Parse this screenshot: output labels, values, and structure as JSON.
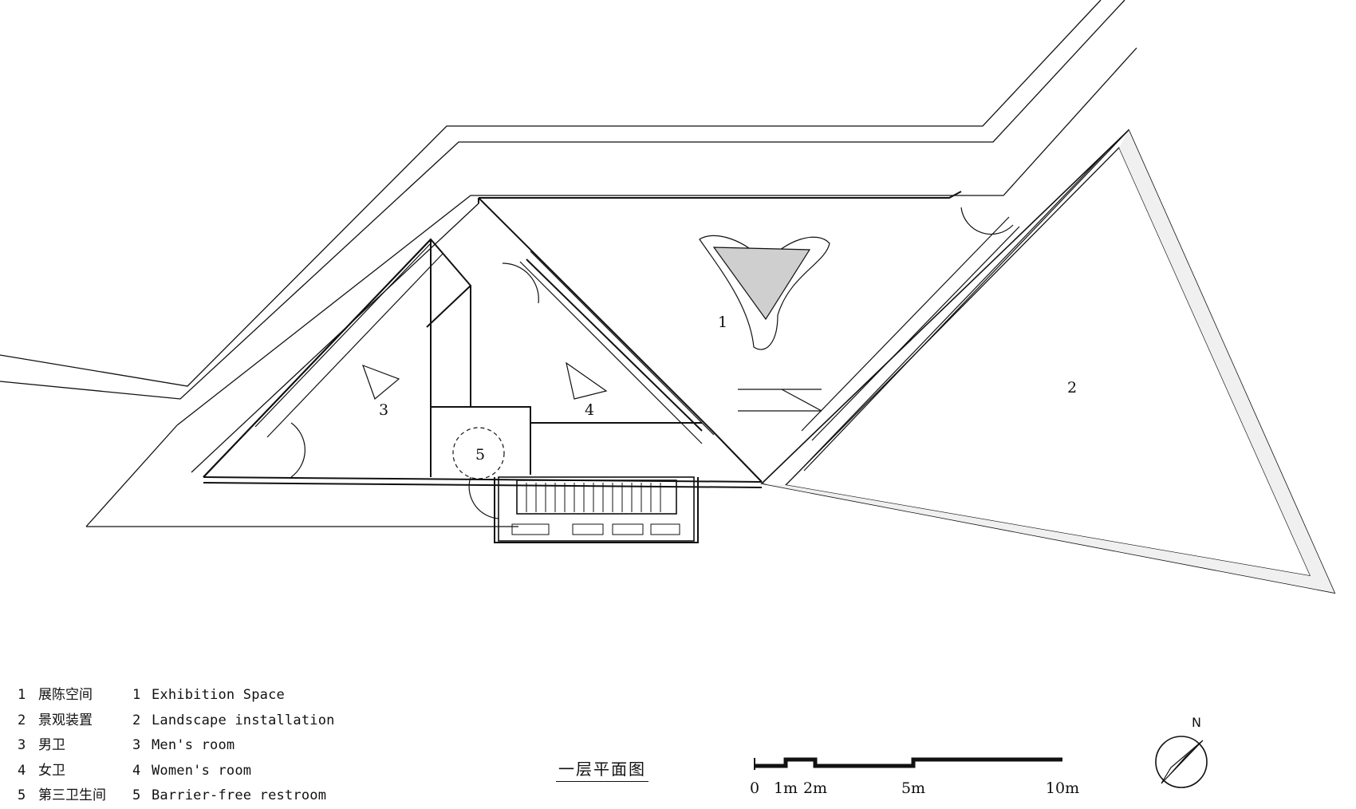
{
  "legend": [
    {
      "num": "1",
      "cn": "展陈空间",
      "en": "Exhibition Space"
    },
    {
      "num": "2",
      "cn": "景观装置",
      "en": "Landscape installation"
    },
    {
      "num": "3",
      "cn": "男卫",
      "en": "Men's room"
    },
    {
      "num": "4",
      "cn": "女卫",
      "en": "Women's room"
    },
    {
      "num": "5",
      "cn": "第三卫生间",
      "en": "Barrier-free restroom"
    }
  ],
  "plan_labels": [
    "1",
    "2",
    "3",
    "4",
    "5"
  ],
  "title": "一层平面图",
  "scale_bar": {
    "ticks": [
      "0",
      "1m",
      "2m",
      "5m",
      "10m"
    ]
  },
  "north": "N",
  "colors": {
    "ink": "#111111",
    "background": "#ffffff"
  }
}
